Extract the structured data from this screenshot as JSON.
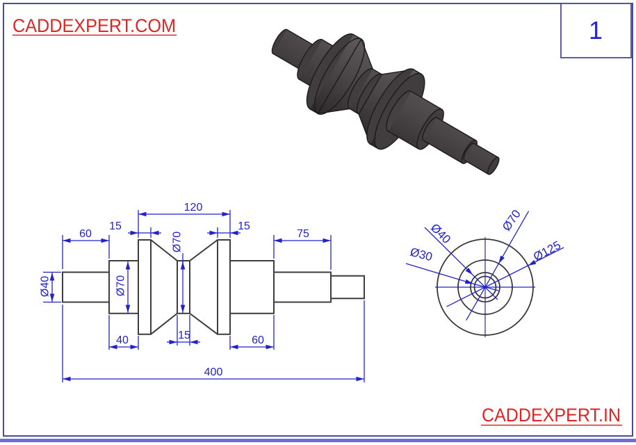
{
  "page": {
    "header_site": "CADDEXPERT.COM",
    "footer_site": "CADDEXPERT.IN",
    "sheet_number": "1"
  },
  "front_view": {
    "dims": {
      "top_left_length": "60",
      "top_flange_left": "15",
      "top_pulley_length": "120",
      "top_flange_right": "15",
      "top_right_length": "75",
      "groove_diameter": "Ø70",
      "left_shaft_diameter": "Ø40",
      "hub_diameter": "Ø70",
      "bottom_hub_left": "40",
      "bottom_groove_width": "15",
      "bottom_hub_right": "60",
      "overall_length": "400"
    }
  },
  "end_view": {
    "labels": {
      "d30": "Ø30",
      "d40": "Ø40",
      "d70": "Ø70",
      "d125": "Ø125"
    }
  },
  "colors": {
    "dimension_blue": "#2222cc",
    "outline_gray": "#3d3d3d",
    "brand_red": "#e02424",
    "border_blue": "#4a4aa2",
    "solid_dark": "#4a4546"
  }
}
